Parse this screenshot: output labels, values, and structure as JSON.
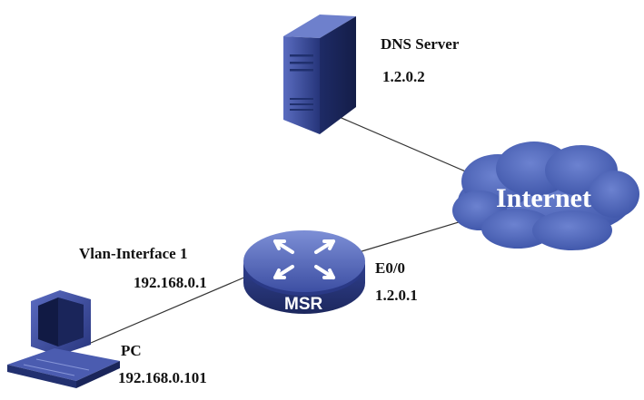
{
  "nodes": {
    "dns_server": {
      "name": "DNS Server",
      "ip": "1.2.0.2"
    },
    "internet": {
      "name": "Internet"
    },
    "router": {
      "name": "MSR",
      "lan_interface": "Vlan-Interface 1",
      "lan_ip": "192.168.0.1",
      "wan_interface": "E0/0",
      "wan_ip": "1.2.0.1"
    },
    "pc": {
      "name": "PC",
      "ip": "192.168.0.101"
    }
  },
  "colors": {
    "device_blue": "#3c4e9c",
    "cloud_blue": "#4a62b4",
    "link_line": "#333333"
  },
  "icons": [
    "server-icon",
    "cloud-icon",
    "router-icon",
    "pc-icon"
  ]
}
